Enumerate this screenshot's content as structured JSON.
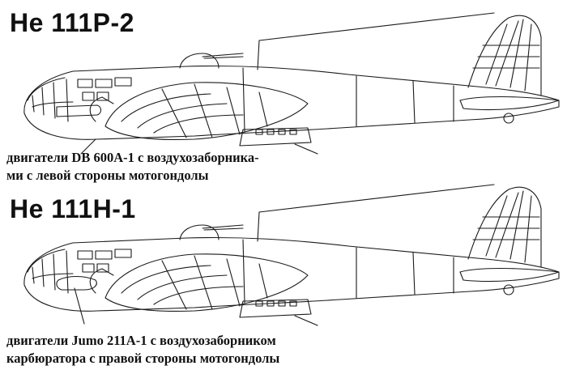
{
  "diagrams": [
    {
      "title": "He 111P-2",
      "caption_lines": [
        "двигатели DB 600A-1 с воздухозаборника-",
        "ми с левой стороны мотогондолы"
      ]
    },
    {
      "title": "He 111H-1",
      "caption_lines": [
        "двигатели Jumo 211A-1 с воздухозаборником",
        "карбюратора с правой стороны мотогондолы"
      ]
    }
  ],
  "colors": {
    "line": "#1a1a1a",
    "background": "#ffffff"
  }
}
